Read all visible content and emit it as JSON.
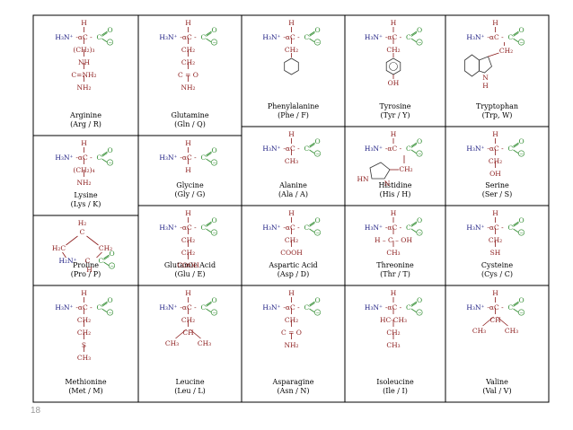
{
  "slide": {
    "page_number": "18"
  },
  "colors": {
    "amine": "#1a1a80",
    "carboxyl": "#2e8b2e",
    "sidechain": "#8b1a1a",
    "label": "#000000",
    "grid": "#000000"
  },
  "formula": {
    "amine": "H₃N⁺",
    "alpha": "-αC -",
    "carbon": "C",
    "hydrogen": "H",
    "oxygen": "O",
    "minus": "−"
  },
  "amino_acids": [
    {
      "name": "Arginine",
      "abbr": "(Arg / R)",
      "chain": [
        "(CH₂)₃",
        "NH",
        "C=NH₂",
        "NH₂"
      ]
    },
    {
      "name": "Glutamine",
      "abbr": "(Gln / Q)",
      "chain": [
        "CH₂",
        "CH₂",
        "C = O",
        "NH₂"
      ]
    },
    {
      "name": "Phenylalanine",
      "abbr": "(Phe / F)",
      "chain": [
        "CH₂"
      ]
    },
    {
      "name": "Tyrosine",
      "abbr": "(Tyr / Y)",
      "chain": [
        "CH₂"
      ],
      "extra": "OH"
    },
    {
      "name": "Tryptophan",
      "abbr": "(Trp, W)",
      "chain": [],
      "extra": "CH₂",
      "ring_n": "N",
      "ring_h": "H"
    },
    {
      "name": "Lysine",
      "abbr": "(Lys / K)",
      "chain": [
        "(CH₂)₄",
        "NH₂"
      ]
    },
    {
      "name": "Glycine",
      "abbr": "(Gly / G)",
      "chain": [
        "H"
      ]
    },
    {
      "name": "Alanine",
      "abbr": "(Ala / A)",
      "chain": [
        "CH₃"
      ]
    },
    {
      "name": "Histidine",
      "abbr": "(His / H)",
      "chain": [],
      "extra": "CH₂",
      "ring_n1": "HN",
      "ring_n2": "N"
    },
    {
      "name": "Serine",
      "abbr": "(Ser / S)",
      "chain": [
        "CH₂",
        "OH"
      ]
    },
    {
      "name": "Proline",
      "abbr": "(Pro / P)",
      "ring": [
        "H₂",
        "C",
        "H₂C",
        "CH₂",
        "H₂N⁺",
        "C",
        "H"
      ]
    },
    {
      "name": "Glutamic Acid",
      "abbr": "(Glu / E)",
      "chain": [
        "CH₂",
        "CH₂",
        "COOH"
      ]
    },
    {
      "name": "Aspartic Acid",
      "abbr": "(Asp / D)",
      "chain": [
        "CH₂",
        "COOH"
      ]
    },
    {
      "name": "Threonine",
      "abbr": "(Thr / T)",
      "chain": [
        "H – C – OH",
        "CH₃"
      ]
    },
    {
      "name": "Cysteine",
      "abbr": "(Cys / C)",
      "chain": [
        "CH₂",
        "SH"
      ]
    },
    {
      "name": "Methionine",
      "abbr": "(Met / M)",
      "chain": [
        "CH₂",
        "CH₂",
        "S",
        "CH₃"
      ]
    },
    {
      "name": "Leucine",
      "abbr": "(Leu / L)",
      "chain": [
        "CH₂",
        "CH"
      ],
      "branch": [
        "CH₃",
        "CH₃"
      ]
    },
    {
      "name": "Asparagine",
      "abbr": "(Asn / N)",
      "chain": [
        "CH₂",
        "C = O",
        "NH₂"
      ]
    },
    {
      "name": "Isoleucine",
      "abbr": "(Ile / I)",
      "chain": [
        "HC-CH₃",
        "CH₂",
        "CH₃"
      ]
    },
    {
      "name": "Valine",
      "abbr": "(Val / V)",
      "chain": [
        "CH"
      ],
      "branch": [
        "CH₃",
        "CH₃"
      ]
    }
  ]
}
